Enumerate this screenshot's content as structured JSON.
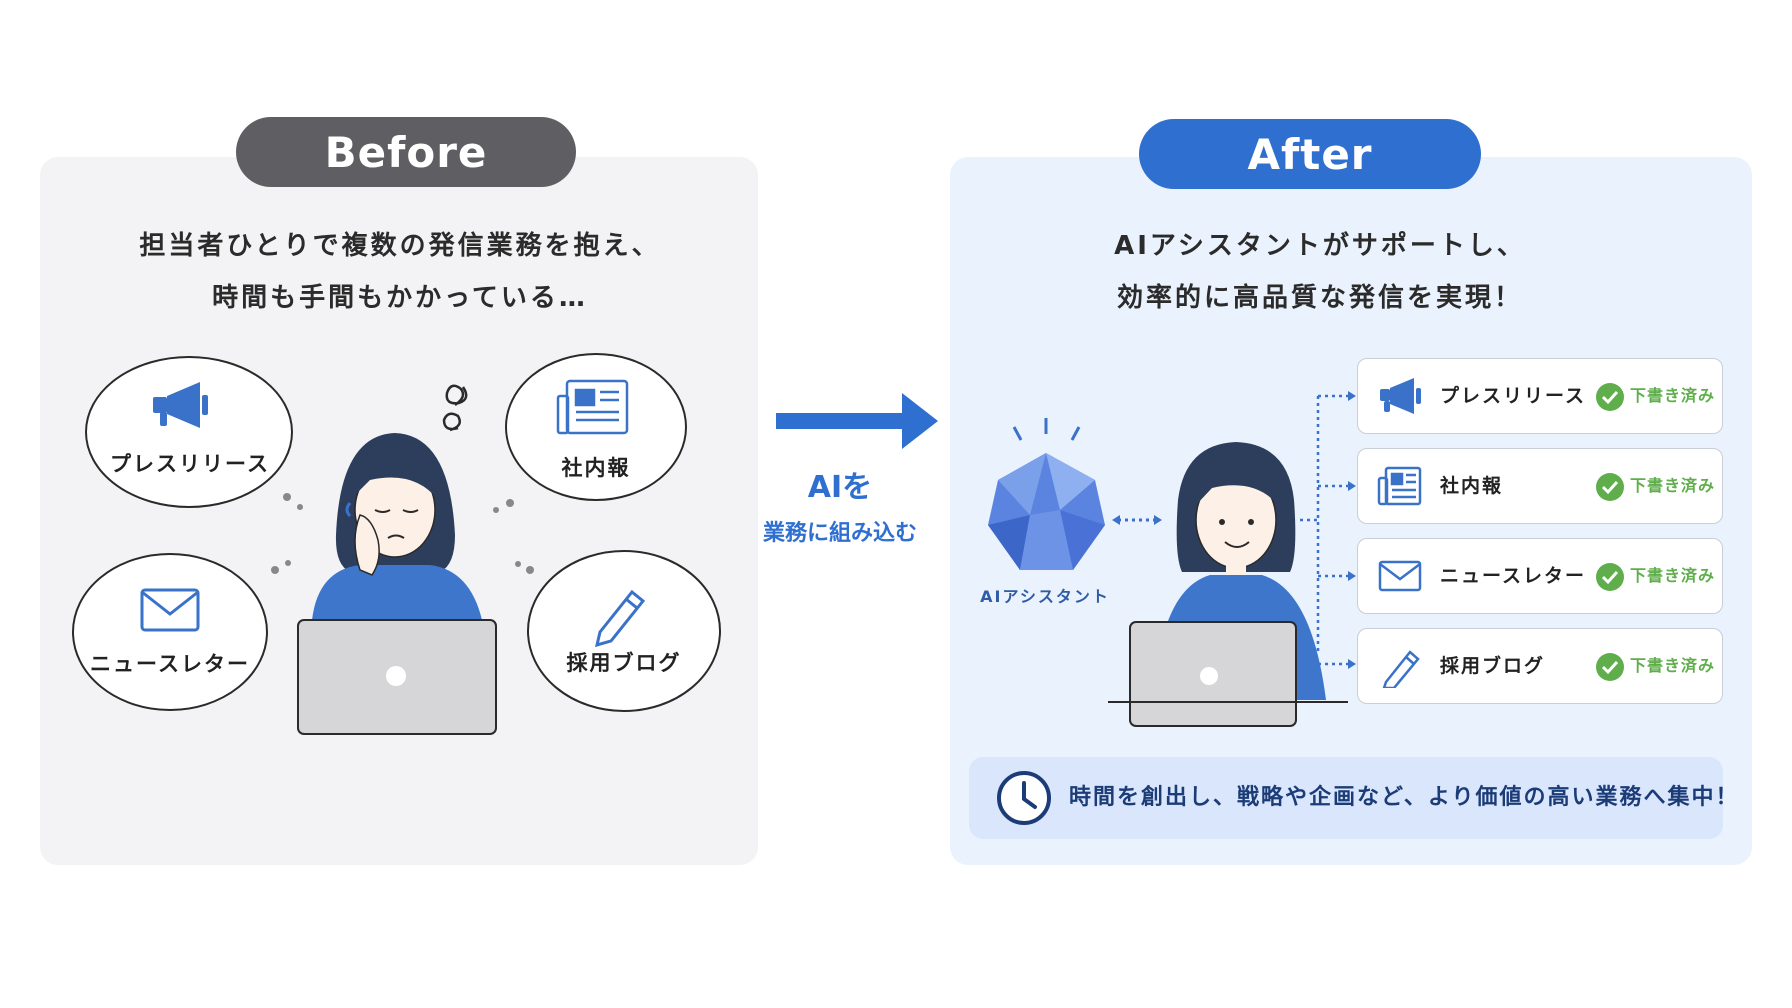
{
  "before": {
    "label": "Before",
    "headline_line1": "担当者ひとりで複数の発信業務を抱え、",
    "headline_line2": "時間も手間もかかっている…",
    "bubbles": [
      {
        "label": "プレスリリース",
        "icon": "megaphone-icon"
      },
      {
        "label": "社内報",
        "icon": "newspaper-icon"
      },
      {
        "label": "ニュースレター",
        "icon": "envelope-icon"
      },
      {
        "label": "採用ブログ",
        "icon": "pencil-icon"
      }
    ]
  },
  "middle": {
    "line1": "AIを",
    "line2": "業務に組み込む"
  },
  "after": {
    "label": "After",
    "headline_line1": "AIアシスタントがサポートし、",
    "headline_line2": "効率的に高品質な発信を実現！",
    "assistant_label": "AIアシスタント",
    "tasks": [
      {
        "label": "プレスリリース",
        "status": "下書き済み",
        "icon": "megaphone-icon"
      },
      {
        "label": "社内報",
        "status": "下書き済み",
        "icon": "newspaper-icon"
      },
      {
        "label": "ニュースレター",
        "status": "下書き済み",
        "icon": "envelope-icon"
      },
      {
        "label": "採用ブログ",
        "status": "下書き済み",
        "icon": "pencil-icon"
      }
    ],
    "footer": "時間を創出し、戦略や企画など、より価値の高い業務へ集中！"
  },
  "colors": {
    "before_accent": "#5f5f63",
    "after_accent": "#2f6fd0",
    "icon_blue": "#3a72c9",
    "done_green": "#5fae4b"
  }
}
